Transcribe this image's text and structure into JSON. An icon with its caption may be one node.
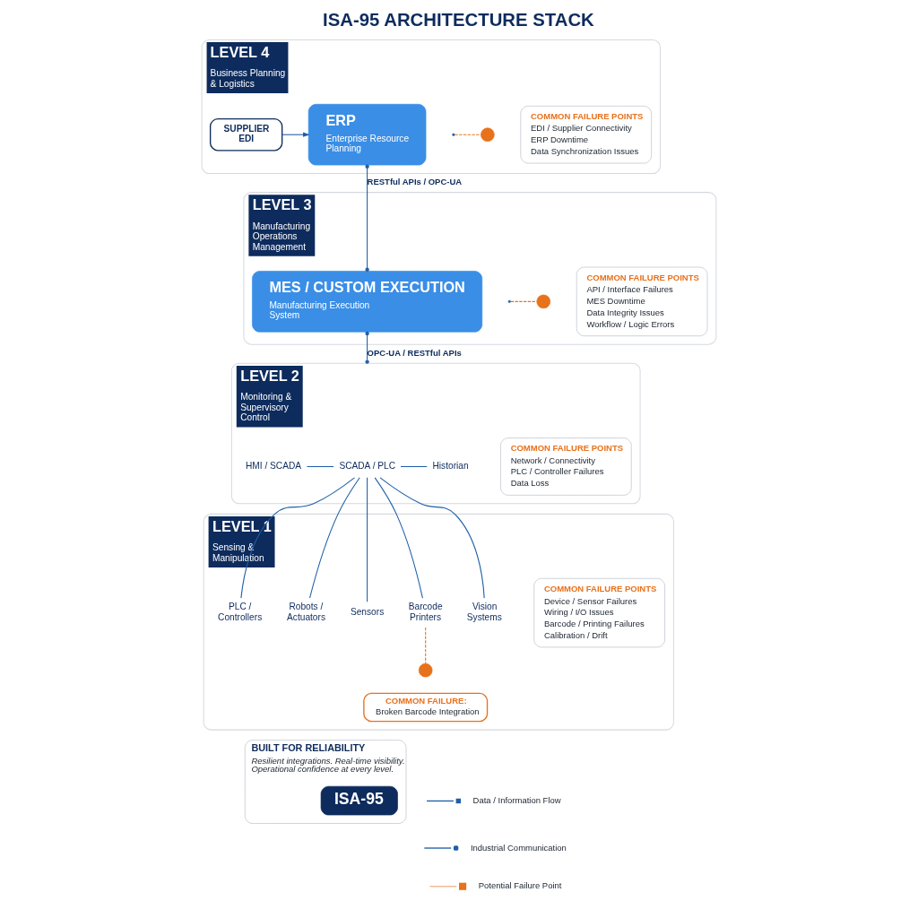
{
  "diagram": {
    "title": "ISA-95 ARCHITECTURE STACK",
    "nodes": [
      {
        "text": [
          "LEVEL 4",
          "Business Planning & Logistics"
        ]
      },
      {
        "text": [
          "SUPPLIER EDI"
        ],
        "in": 0
      },
      {
        "text": [
          "ERP",
          "Enterprise Resource Planning"
        ],
        "in": 0
      },
      {
        "text": [
          "COMMON FAILURE POINTS",
          "EDI / Supplier Connectivity",
          "ERP Downtime",
          "Data Synchronization Issues"
        ],
        "in": 0
      },
      {
        "text": [],
        "shape": "circle",
        "in": 0
      },
      {
        "text": [
          "LEVEL 3",
          "Manufacturing Operations Management"
        ]
      },
      {
        "text": [
          "MES / CUSTOM EXECUTION",
          "Manufacturing Execution System"
        ],
        "in": 5
      },
      {
        "text": [
          "COMMON FAILURE POINTS",
          "API / Interface Failures",
          "MES Downtime",
          "Data Integrity Issues",
          "Workflow / Logic Errors"
        ],
        "in": 5
      },
      {
        "text": [],
        "shape": "circle",
        "in": 5
      },
      {
        "text": [
          "LEVEL 2",
          "Monitoring & Supervisory Control"
        ]
      },
      {
        "text": [
          "HMI / SCADA"
        ],
        "in": 9
      },
      {
        "text": [
          "SCADA / PLC"
        ],
        "in": 9
      },
      {
        "text": [
          "Historian"
        ],
        "in": 9
      },
      {
        "text": [
          "COMMON FAILURE POINTS",
          "Network / Connectivity",
          "PLC / Controller Failures",
          "Data Loss"
        ],
        "in": 9
      },
      {
        "text": [
          "LEVEL 1",
          "Sensing & Manipulation"
        ]
      },
      {
        "text": [
          "PLC / Controllers"
        ],
        "in": 14
      },
      {
        "text": [
          "Robots / Actuators"
        ],
        "in": 14
      },
      {
        "text": [
          "Sensors"
        ],
        "in": 14
      },
      {
        "text": [
          "Barcode Printers"
        ],
        "in": 14
      },
      {
        "text": [
          "Vision Systems"
        ],
        "in": 14
      },
      {
        "text": [
          "COMMON FAILURE POINTS",
          "Device / Sensor Failures",
          "Wiring / I/O Issues",
          "Barcode / Printing Failures",
          "Calibration / Drift"
        ],
        "in": 14
      },
      {
        "text": [],
        "shape": "circle",
        "in": 14
      },
      {
        "text": [
          "COMMON FAILURE:",
          "Broken Barcode Integration"
        ],
        "in": 14
      },
      {
        "text": [
          "BUILT FOR RELIABILITY",
          "Resilient integrations. Real-time visibility. Operational confidence at every level."
        ]
      },
      {
        "text": [
          "ISA-95"
        ],
        "in": 23
      }
    ],
    "edges": [
      {
        "from": 1,
        "to": 2,
        "arrow": "to"
      },
      {
        "from": 2,
        "to": 6,
        "arrow": "other",
        "label": "RESTful APIs / OPC-UA"
      },
      {
        "from": null,
        "to": 4,
        "arrow": "none",
        "style": "dashed",
        "color": "#e8711c"
      },
      {
        "from": 6,
        "to": 9,
        "arrow": "other",
        "label": "OPC-UA / RESTful APIs"
      },
      {
        "from": null,
        "to": 8,
        "arrow": "none",
        "style": "dashed",
        "color": "#e8711c"
      },
      {
        "from": 10,
        "to": 11,
        "arrow": "none"
      },
      {
        "from": 11,
        "to": 12,
        "arrow": "none"
      },
      {
        "from": 11,
        "to": 15,
        "arrow": "none"
      },
      {
        "from": 11,
        "to": 16,
        "arrow": "none"
      },
      {
        "from": 11,
        "to": 17,
        "arrow": "none"
      },
      {
        "from": 11,
        "to": 18,
        "arrow": "none"
      },
      {
        "from": 11,
        "to": 19,
        "arrow": "none"
      },
      {
        "from": 18,
        "to": 21,
        "arrow": "none",
        "style": "dashed",
        "color": "#e8711c"
      }
    ],
    "legend": [
      {
        "text": "Data / Information Flow"
      },
      {
        "text": "Industrial Communication"
      },
      {
        "text": "Potential Failure Point"
      }
    ]
  }
}
